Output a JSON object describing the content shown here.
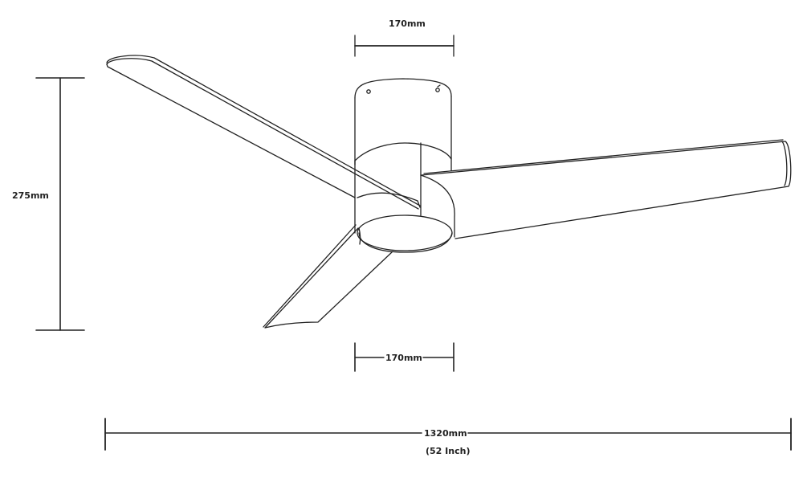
{
  "diagram": {
    "subject": "ceiling fan dimension drawing",
    "line_color": "#222222",
    "background": "#ffffff",
    "dimensions": {
      "top_width": {
        "label": "170mm"
      },
      "height": {
        "label": "275mm"
      },
      "bottom_width": {
        "label": "170mm"
      },
      "span": {
        "label": "1320mm",
        "sub_label": "(52 Inch)"
      }
    },
    "parts": [
      "ceiling canopy",
      "motor housing",
      "blade left",
      "blade right",
      "blade front"
    ]
  }
}
